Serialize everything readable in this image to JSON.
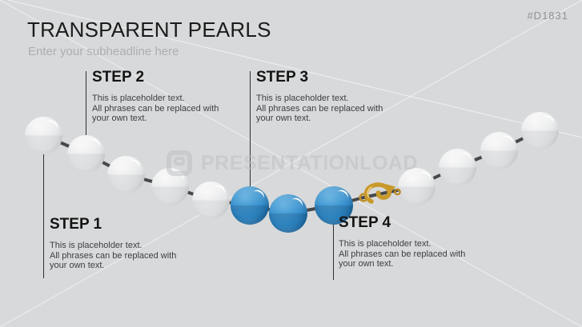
{
  "slide": {
    "title": "TRANSPARENT PEARLS",
    "subheadline": "Enter your subheadline here",
    "product_code": "#D1831",
    "background_color": "#D8D9DA"
  },
  "watermark": {
    "text": "PRESENTATIONLOAD"
  },
  "steps": [
    {
      "label": "STEP 1",
      "body": "This is placeholder text.\nAll phrases can be replaced with\nyour own text."
    },
    {
      "label": "STEP 2",
      "body": "This is placeholder text.\nAll phrases can be replaced with\nyour own text."
    },
    {
      "label": "STEP 3",
      "body": "This is placeholder text.\nAll phrases can be replaced with\nyour own text."
    },
    {
      "label": "STEP 4",
      "body": "This is placeholder text.\nAll phrases can be replaced with\nyour own text."
    }
  ],
  "necklace": {
    "pearl_total": 12,
    "white_pearl_count": 9,
    "blue_pearl_count": 3,
    "accent_blue": "#2E86C4",
    "string_color": "#47484A",
    "clasp_gold": "#C8992B"
  }
}
